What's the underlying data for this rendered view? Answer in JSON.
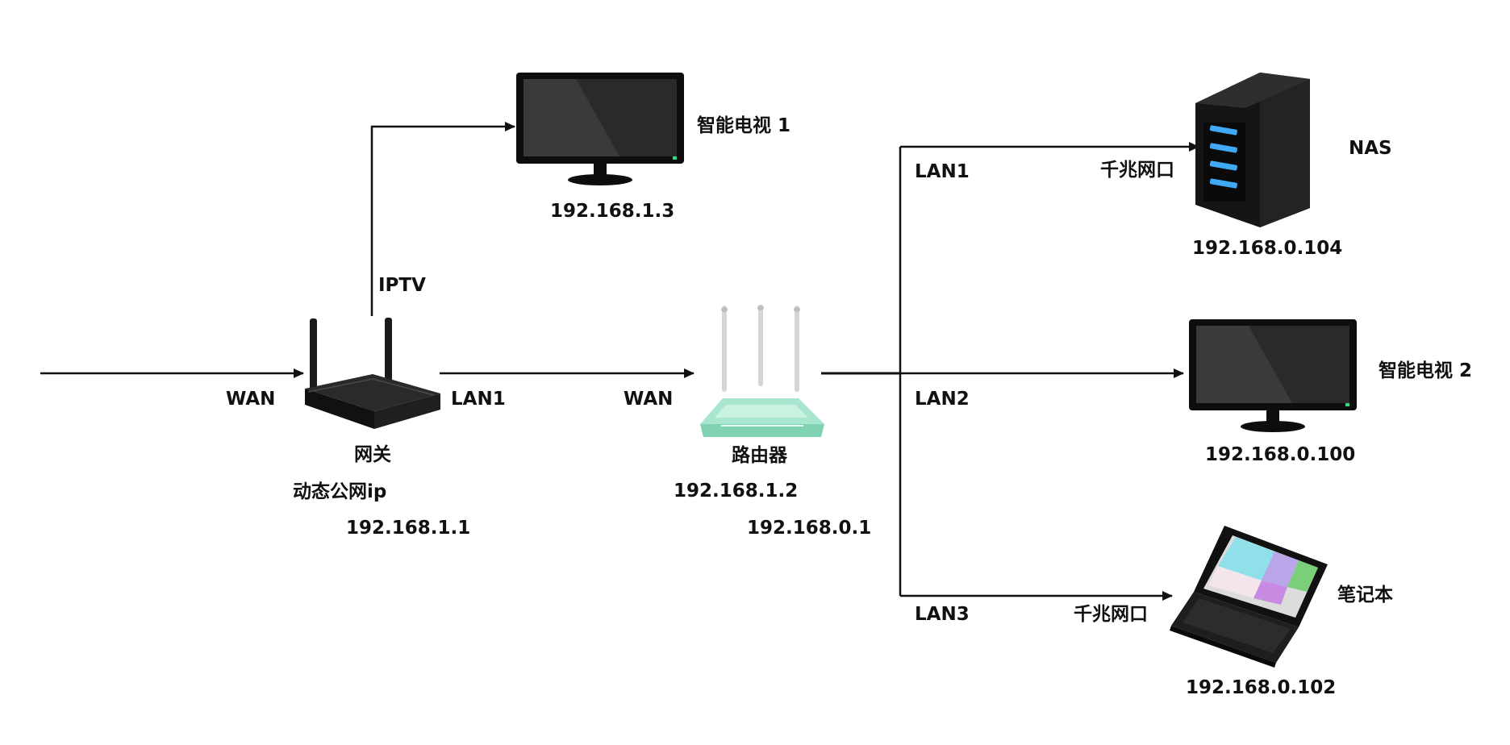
{
  "gateway": {
    "wan_label": "WAN",
    "lan_label": "LAN1",
    "iptv_label": "IPTV",
    "name": "网关",
    "public_ip_label": "动态公网ip",
    "ip": "192.168.1.1"
  },
  "router": {
    "wan_label": "WAN",
    "name": "路由器",
    "wan_ip": "192.168.1.2",
    "lan_ip": "192.168.0.1"
  },
  "tv1": {
    "name": "智能电视 1",
    "ip": "192.168.1.3"
  },
  "nas": {
    "port_label": "LAN1",
    "nic_label": "千兆网口",
    "name": "NAS",
    "ip": "192.168.0.104"
  },
  "tv2": {
    "port_label": "LAN2",
    "name": "智能电视 2",
    "ip": "192.168.0.100"
  },
  "laptop": {
    "port_label": "LAN3",
    "nic_label": "千兆网口",
    "name": "笔记本",
    "ip": "192.168.0.102"
  },
  "colors": {
    "line": "#111111",
    "router_body": "#a8e6cf",
    "nas_led": "#3fa9f5",
    "screen": "#1a1a1a"
  }
}
